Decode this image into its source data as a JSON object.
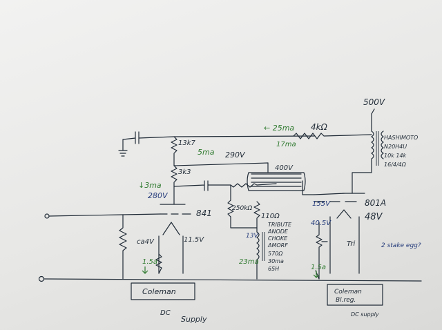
{
  "labels": {
    "b_plus": "500V",
    "r_4k": "4kΩ",
    "i_25": "← 25ma",
    "i_17": "17ma",
    "r_13k7": "13k7",
    "i_5": "5ma",
    "v_290": "290V",
    "v_400": "400V",
    "r_3k3": "3k3",
    "i_3": "↓3ma",
    "v_280": "280V",
    "tube_841": "841",
    "r_250k": "250kΩ",
    "r_110": "110Ω",
    "v_13": "13V",
    "v_155": "155V",
    "tube_801a": "801A",
    "v_48": "48V",
    "v_405": "40.5V",
    "tri_v": "Tri",
    "staked": "2 stake egg?",
    "v_c4": "ca4V",
    "v_115": "11.5V",
    "i_15a": "1.5a",
    "i_23": "23ma",
    "i_15a_b": "1.5a",
    "choke_lines": [
      "TRIBUTE",
      "ANODE",
      "CHOKE",
      "AMORF",
      "570Ω",
      "30ma",
      "65H"
    ],
    "xfmr_lines": [
      "HASHIMOTO",
      "N20H4U",
      "10k 14k",
      "16/4/4Ω"
    ],
    "box_left": "Coleman",
    "dc_left": "DC",
    "supply_left": "Supply",
    "box_right_1": "Coleman",
    "box_right_2": "Bl.reg.",
    "dc_right": "DC supply"
  },
  "colors": {
    "ink": "#1f2a36",
    "green": "#2f7a2f",
    "blue": "#233a7a"
  }
}
